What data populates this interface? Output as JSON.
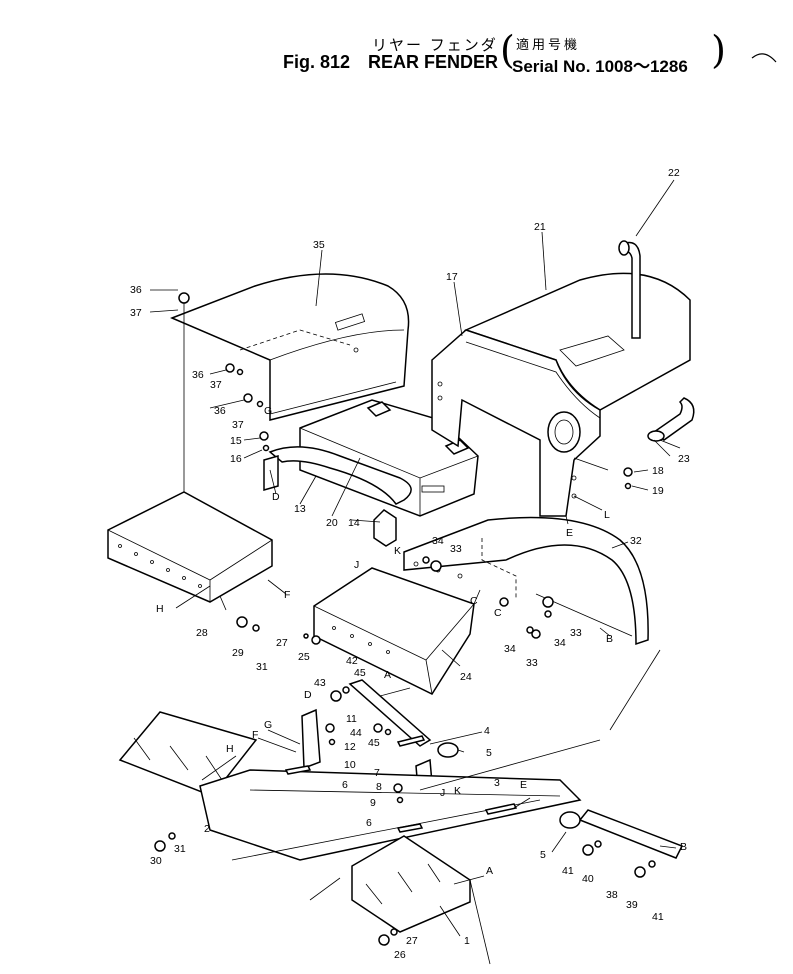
{
  "header": {
    "title_jp": "リヤー フェンダ",
    "fig_label": "Fig. 812",
    "title_en": "REAR FENDER",
    "serial_jp": "適用号機",
    "serial_en": "Serial No. 1008～1286"
  },
  "callouts": [
    "22",
    "21",
    "17",
    "35",
    "36",
    "37",
    "36",
    "37",
    "36",
    "37",
    "G",
    "15",
    "16",
    "D",
    "13",
    "20",
    "14",
    "18",
    "19",
    "23",
    "L",
    "E",
    "K",
    "34",
    "33",
    "32",
    "J",
    "C",
    "C",
    "34",
    "33",
    "34",
    "33",
    "B",
    "H",
    "F",
    "28",
    "29",
    "31",
    "27",
    "25",
    "24",
    "A",
    "42",
    "45",
    "43",
    "D",
    "G",
    "F",
    "H",
    "11",
    "44",
    "12",
    "45",
    "4",
    "5",
    "10",
    "6",
    "7",
    "8",
    "9",
    "J",
    "K",
    "3",
    "E",
    "6",
    "5",
    "2",
    "30",
    "31",
    "41",
    "40",
    "B",
    "38",
    "39",
    "41",
    "A",
    "1",
    "27",
    "26"
  ]
}
